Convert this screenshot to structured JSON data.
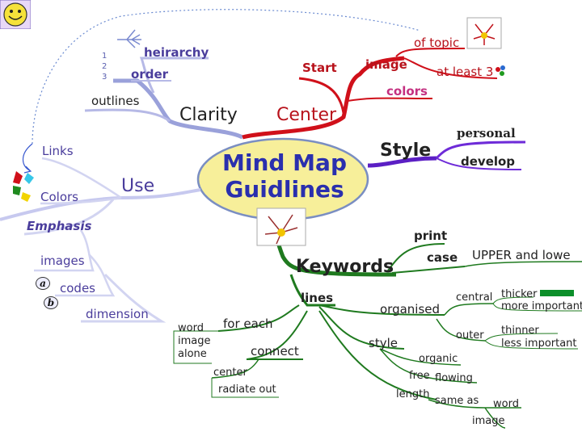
{
  "center": {
    "line1": "Mind Map",
    "line2": "Guidlines"
  },
  "top": {
    "start": "Start",
    "image": "image",
    "of_topic": "of topic",
    "at_least_3": "at least 3",
    "colors": "colors",
    "center": "Center",
    "clarity": "Clarity",
    "heirarchy": "heirarchy",
    "order": "order",
    "outlines": "outlines",
    "num1": "1",
    "num2": "2",
    "num3": "3"
  },
  "right": {
    "style": "Style",
    "personal": "personal",
    "develop": "develop"
  },
  "left": {
    "links": "Links",
    "colors": "Colors",
    "use": "Use",
    "emphasis": "Emphasis",
    "images": "images",
    "codes": "codes",
    "badge_a": "a",
    "badge_b": "b",
    "dimension": "dimension"
  },
  "bottom": {
    "keywords": "Keywords",
    "print": "print",
    "case": "case",
    "upper_lower": "UPPER and lowe",
    "lines": "lines",
    "organised": "organised",
    "central": "central",
    "thicker": "thicker",
    "more_important": "more important",
    "outer": "outer",
    "thinner": "thinner",
    "less_important": "less important",
    "style": "style",
    "organic": "organic",
    "free": "free",
    "flowing": "flowing",
    "length": "length",
    "same_as": "same as",
    "word_r": "word",
    "image_r": "image",
    "for_each": "for each",
    "word": "word",
    "image": "image",
    "alone": "alone",
    "connect": "connect",
    "center": "center",
    "radiate_out": "radiate out"
  },
  "colors": {
    "bubble_fill": "#f7ef9a",
    "bubble_stroke": "#7a8ec2",
    "red_branch": "#d0101a",
    "purple_branch": "#5b1fc4",
    "lilac_branch": "#b6b9e6",
    "green_branch": "#1f7a1f",
    "title_text": "#2a2fae"
  }
}
